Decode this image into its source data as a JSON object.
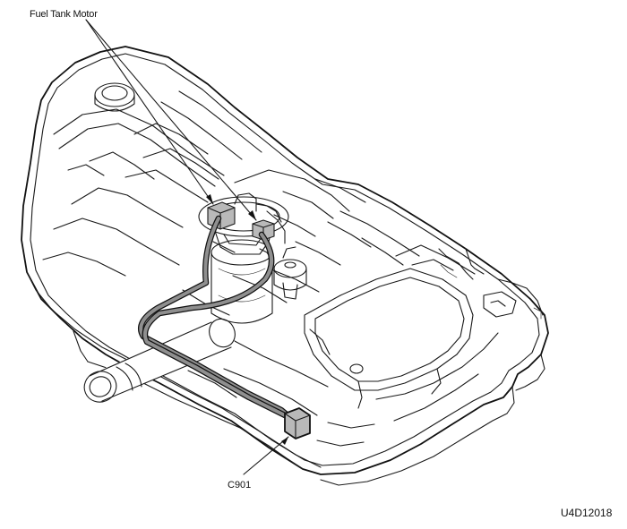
{
  "labels": {
    "fuel_tank_motor": "Fuel Tank Motor",
    "connector": "C901",
    "figure_code": "U4D12018"
  },
  "colors": {
    "line": "#111111",
    "wire": "#8f8f8f",
    "background": "#ffffff"
  }
}
